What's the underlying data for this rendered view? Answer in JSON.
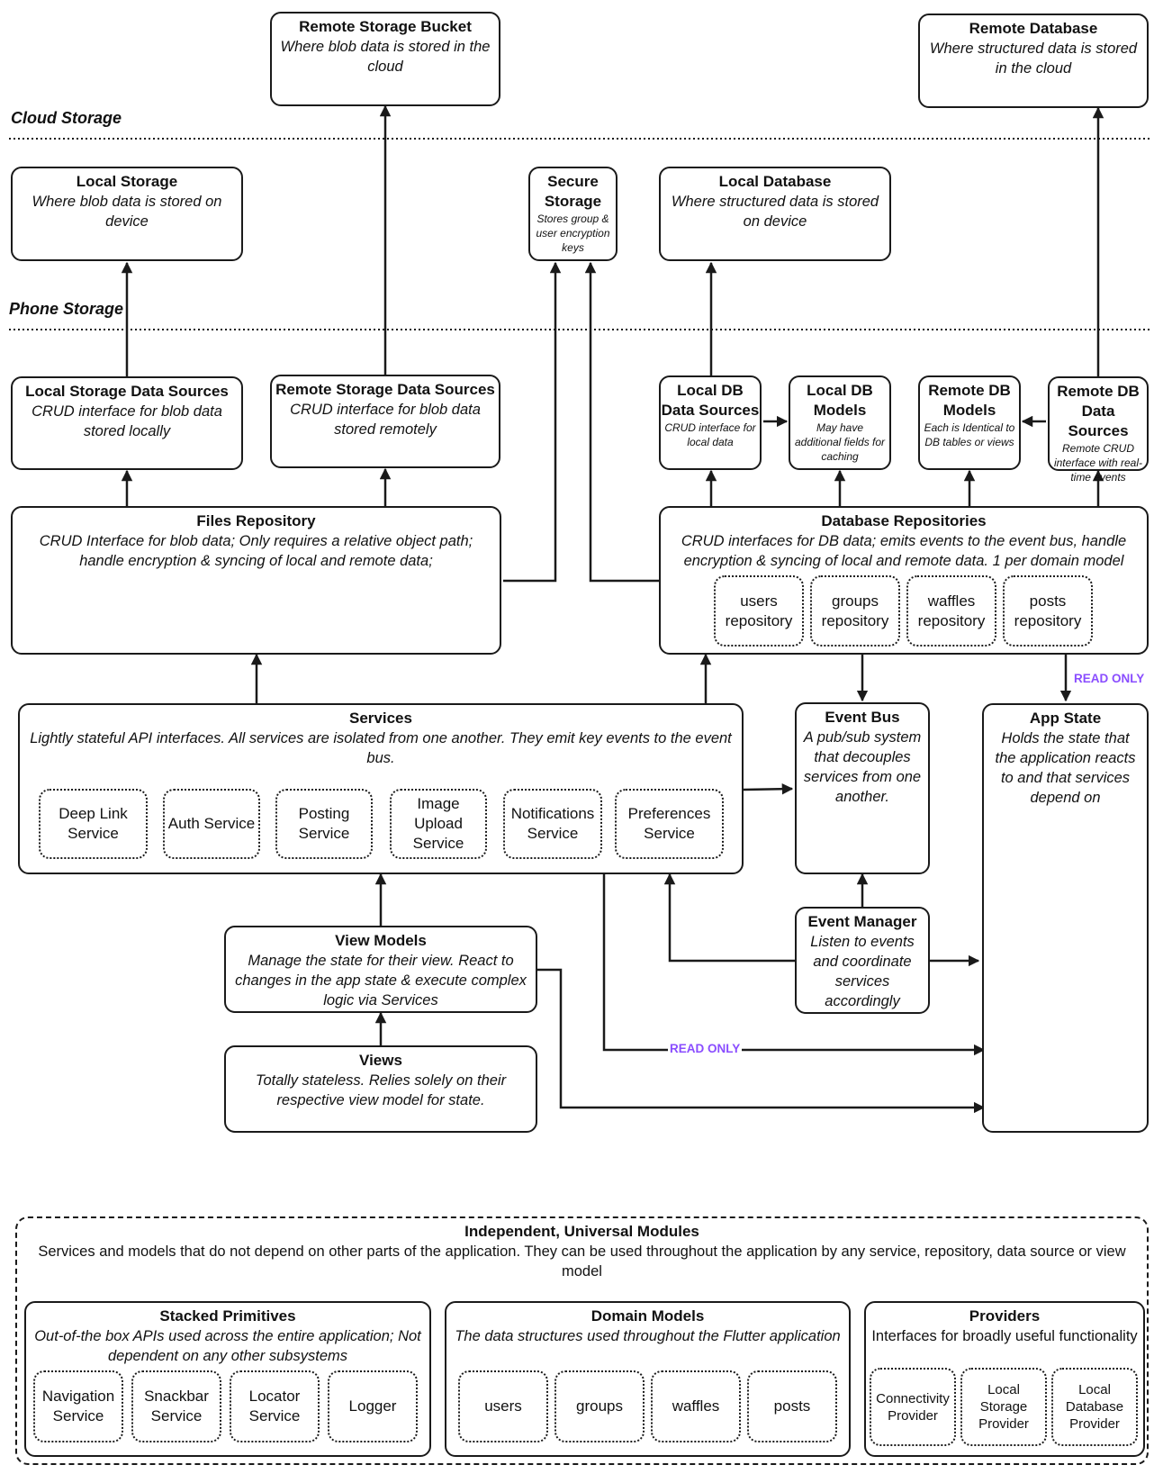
{
  "sections": {
    "cloud": "Cloud Storage",
    "phone": "Phone Storage"
  },
  "read_only_color": "#8a4dff",
  "nodes": {
    "remote_bucket": {
      "title": "Remote Storage Bucket",
      "desc": "Where blob data is stored in the cloud"
    },
    "remote_db": {
      "title": "Remote Database",
      "desc": "Where structured data is stored in the cloud"
    },
    "local_storage": {
      "title": "Local Storage",
      "desc": "Where blob data is stored on device"
    },
    "secure_storage": {
      "title": "Secure Storage",
      "desc": "Stores group & user encryption keys"
    },
    "local_db": {
      "title": "Local Database",
      "desc": "Where structured data is stored on device"
    },
    "local_storage_ds": {
      "title": "Local Storage Data Sources",
      "desc": "CRUD interface for blob data stored locally"
    },
    "remote_storage_ds": {
      "title": "Remote Storage Data Sources",
      "desc": "CRUD interface for blob data stored remotely"
    },
    "local_db_ds": {
      "title": "Local DB Data Sources",
      "desc": "CRUD interface for local data"
    },
    "local_db_models": {
      "title": "Local DB Models",
      "desc": "May have additional fields for caching"
    },
    "remote_db_models": {
      "title": "Remote DB Models",
      "desc": "Each is Identical to DB tables or views"
    },
    "remote_db_ds": {
      "title": "Remote DB Data Sources",
      "desc": "Remote CRUD interface with real-time events"
    },
    "files_repo": {
      "title": "Files Repository",
      "desc": "CRUD Interface for blob data; Only requires a relative object path; handle encryption & syncing of local and remote data;"
    },
    "db_repos": {
      "title": "Database Repositories",
      "desc": "CRUD interfaces for DB data; emits events to the event bus, handle encryption & syncing of local and remote data. 1 per domain model",
      "items": [
        "users repository",
        "groups repository",
        "waffles repository",
        "posts repository"
      ]
    },
    "services": {
      "title": "Services",
      "desc": "Lightly stateful API interfaces. All services are isolated from one another. They emit key events to the event bus.",
      "items": [
        "Deep Link Service",
        "Auth Service",
        "Posting Service",
        "Image Upload Service",
        "Notifications Service",
        "Preferences Service"
      ]
    },
    "event_bus": {
      "title": "Event Bus",
      "desc": "A pub/sub system that decouples services from one another."
    },
    "app_state": {
      "title": "App State",
      "desc": "Holds the state that the application reacts to and that services depend on"
    },
    "event_manager": {
      "title": "Event Manager",
      "desc": "Listen to events and coordinate services accordingly"
    },
    "view_models": {
      "title": "View Models",
      "desc": "Manage the state for their view. React to changes in the app state & execute complex logic via Services"
    },
    "views": {
      "title": "Views",
      "desc": "Totally stateless. Relies solely on their respective view model for state."
    }
  },
  "edge_labels": {
    "read_only_1": "READ ONLY",
    "read_only_2": "READ ONLY"
  },
  "modules": {
    "title": "Independent, Universal Modules",
    "desc": "Services and models that do not depend on other parts of the application. They can be used throughout the application by any service, repository, data source or view model",
    "stacked": {
      "title": "Stacked Primitives",
      "desc": "Out-of-the box APIs used across the entire application; Not dependent on any other subsystems",
      "items": [
        "Navigation Service",
        "Snackbar Service",
        "Locator Service",
        "Logger"
      ]
    },
    "domain": {
      "title": "Domain Models",
      "desc": "The data structures used throughout the Flutter application",
      "items": [
        "users",
        "groups",
        "waffles",
        "posts"
      ]
    },
    "providers": {
      "title": "Providers",
      "desc": "Interfaces for broadly useful functionality",
      "items": [
        "Connectivity Provider",
        "Local Storage Provider",
        "Local Database Provider"
      ]
    }
  }
}
